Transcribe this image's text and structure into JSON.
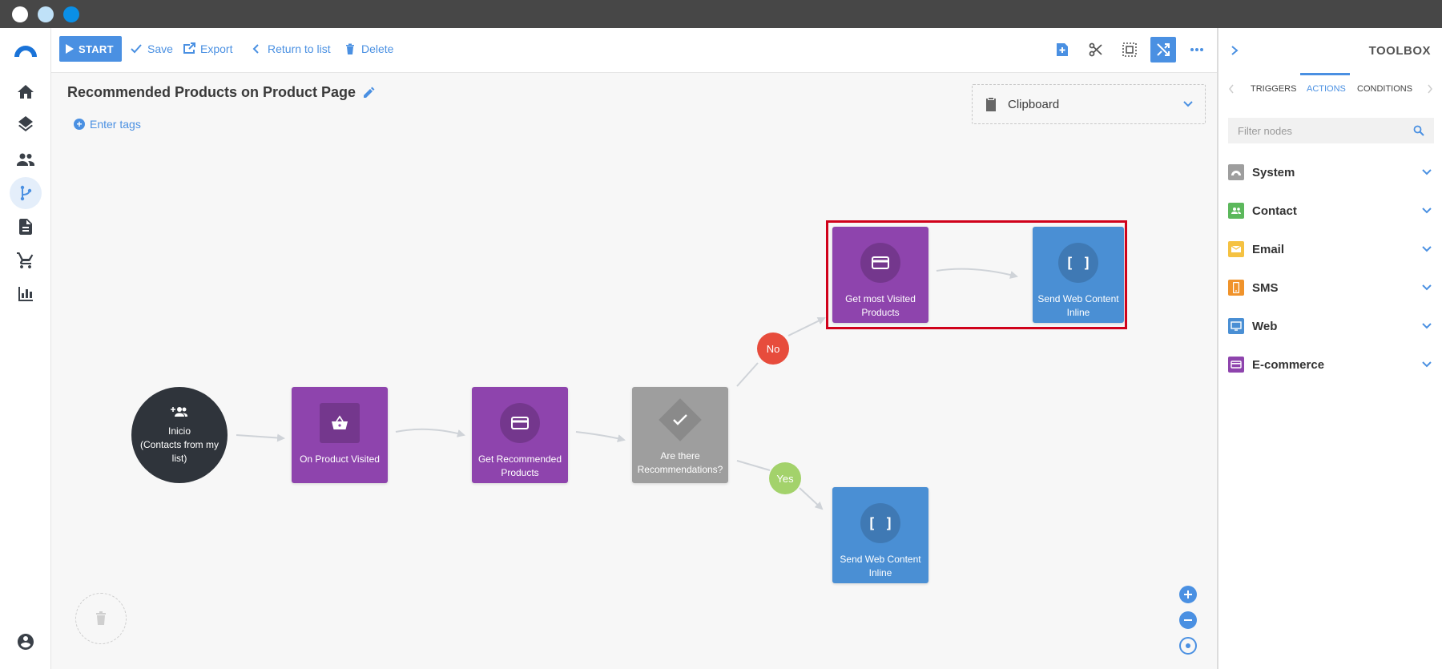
{
  "toolbar": {
    "start_label": "START",
    "save_label": "Save",
    "export_label": "Export",
    "return_label": "Return to list",
    "delete_label": "Delete"
  },
  "page": {
    "title": "Recommended Products on Product Page",
    "enter_tags": "Enter tags",
    "clipboard_label": "Clipboard"
  },
  "nodes": {
    "start": {
      "line1": "Inicio",
      "line2": "(Contacts from my",
      "line3": "list)"
    },
    "product_visited": "On Product Visited",
    "get_recommended": "Get Recommended Products",
    "condition": "Are there Recommendations?",
    "most_visited": "Get most Visited Products",
    "send_web_top": "Send Web Content Inline",
    "send_web_bottom": "Send Web Content Inline"
  },
  "badges": {
    "no": "No",
    "yes": "Yes"
  },
  "toolbox": {
    "title": "TOOLBOX",
    "tabs": [
      "TRIGGERS",
      "ACTIONS",
      "CONDITIONS"
    ],
    "active_tab": "ACTIONS",
    "filter_placeholder": "Filter nodes",
    "categories": [
      {
        "label": "System",
        "color": "#9e9e9e"
      },
      {
        "label": "Contact",
        "color": "#5cb85c"
      },
      {
        "label": "Email",
        "color": "#f5c242"
      },
      {
        "label": "SMS",
        "color": "#f0932b"
      },
      {
        "label": "Web",
        "color": "#4a8fd4"
      },
      {
        "label": "E-commerce",
        "color": "#8e44ad"
      }
    ]
  },
  "colors": {
    "accent": "#4a90e2",
    "purple": "#8e44ad",
    "blue_node": "#4a8fd4",
    "no_badge": "#e74c3c",
    "yes_badge": "#a3d26b",
    "highlight": "#d0021b"
  }
}
